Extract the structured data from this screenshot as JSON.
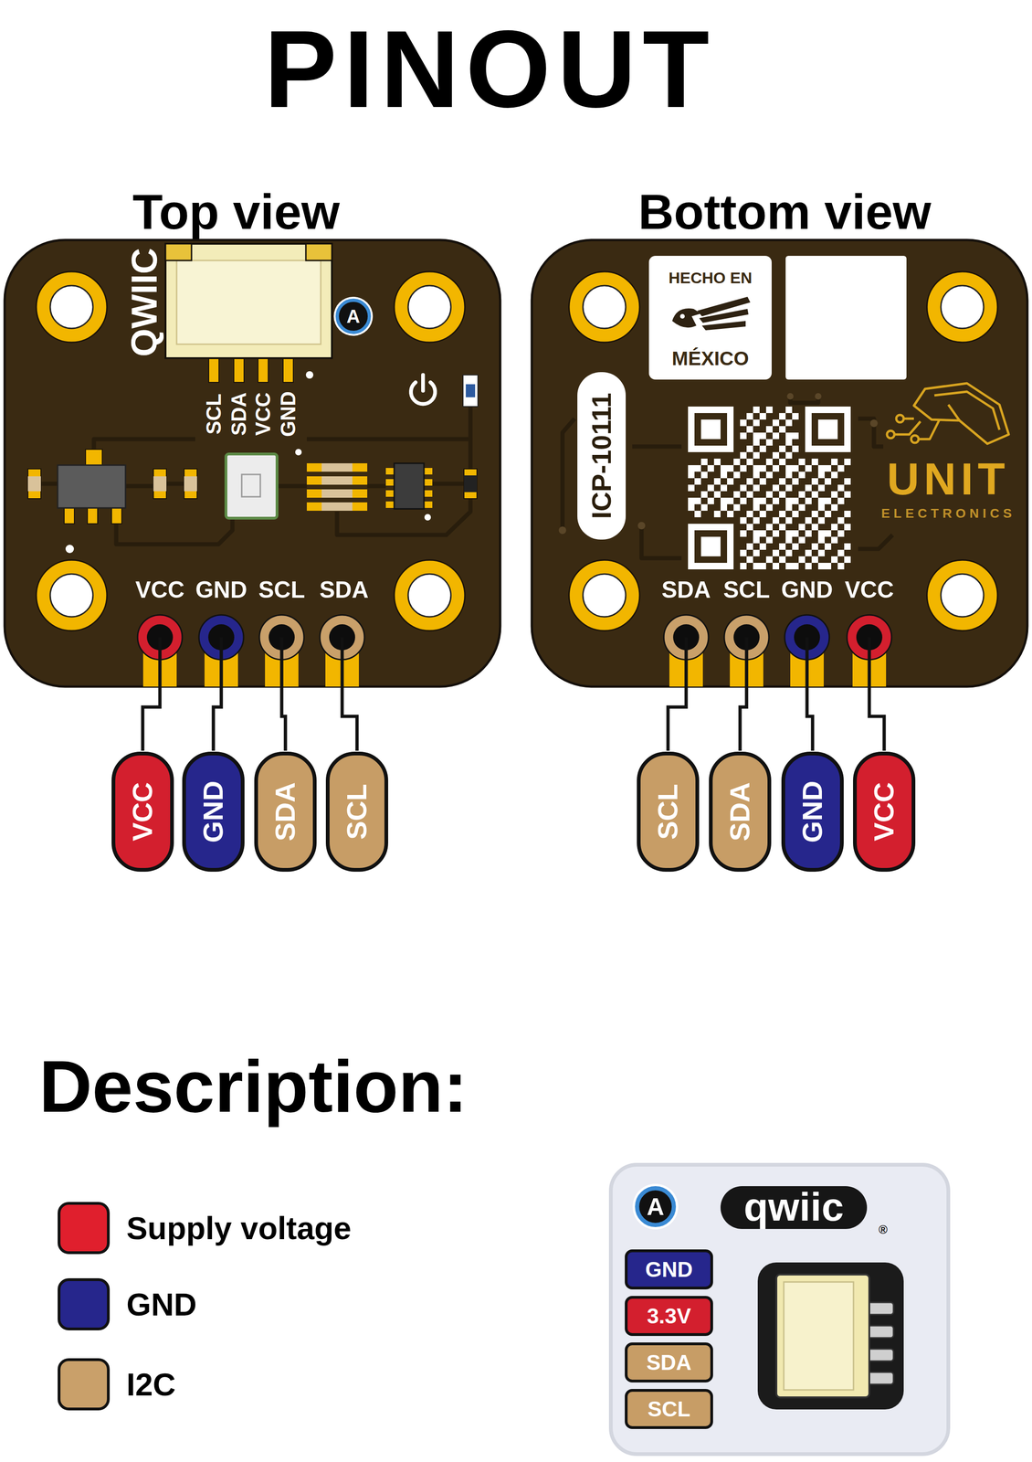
{
  "diagram": {
    "title": "PINOUT",
    "nodes": [
      {
        "text": [
          "A"
        ]
      },
      {
        "text": [
          "VCC"
        ]
      },
      {
        "text": [
          "GND"
        ]
      },
      {
        "text": [
          "SDA"
        ]
      },
      {
        "text": [
          "SCL"
        ]
      },
      {
        "text": [
          "HECHO EN",
          "MÉXICO"
        ]
      },
      {
        "text": [
          "ICP-10111"
        ]
      },
      {
        "text": [
          "SCL"
        ]
      },
      {
        "text": [
          "SDA"
        ]
      },
      {
        "text": [
          "GND"
        ]
      },
      {
        "text": [
          "VCC"
        ]
      },
      {
        "text": [
          "qwiic",
          "®"
        ]
      },
      {
        "text": [
          "A"
        ],
        "in": 11
      },
      {
        "text": [
          "GND"
        ],
        "in": 11
      },
      {
        "text": [
          "3.3V"
        ],
        "in": 11
      },
      {
        "text": [
          "SDA"
        ],
        "in": 11
      },
      {
        "text": [
          "SCL"
        ],
        "in": 11
      }
    ],
    "labels": [
      "Top view",
      "Bottom view",
      "QWIIC",
      "SCL",
      "SDA",
      "VCC",
      "GND",
      "VCC",
      "GND",
      "SCL",
      "SDA",
      "UNIT",
      "ELECTRONICS",
      "SDA",
      "SCL",
      "GND",
      "VCC",
      "Description:"
    ],
    "legend": [
      {
        "text": "Supply voltage",
        "color": "#e01f2d"
      },
      {
        "text": "GND",
        "color": "#26268c"
      },
      {
        "text": "I2C",
        "color": "#c9a06a"
      }
    ]
  }
}
